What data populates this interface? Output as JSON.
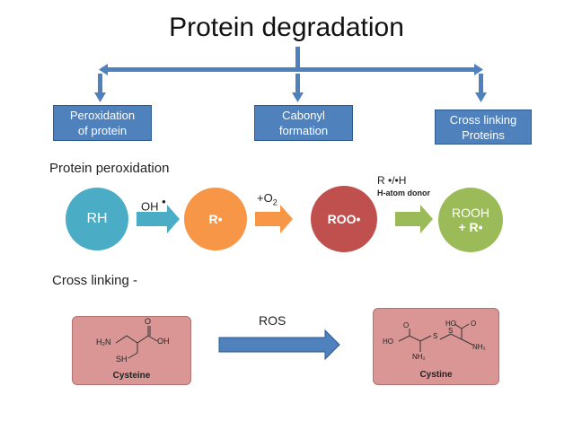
{
  "title": "Protein degradation",
  "boxes": {
    "peroxidation_line1": "Peroxidation",
    "peroxidation_line2": "of protein",
    "carbonyl_line1": "Cabonyl",
    "carbonyl_line2": "formation",
    "crosslink_line1": "Cross  linking",
    "crosslink_line2": "Proteins"
  },
  "peroxidation": {
    "heading": "Protein  peroxidation",
    "rh": "RH",
    "oh_label": "OH",
    "oh_dot": "•",
    "r_radical": "R•",
    "o2_prefix": "+O",
    "o2_sub": "2",
    "roo": "ROO•",
    "donor_formula": "R •/•H",
    "donor_label": "H-atom donor",
    "rooh_line1": "ROOH",
    "rooh_line2": "+ R•"
  },
  "crosslinking": {
    "heading": "Cross linking -",
    "ros": "ROS",
    "cysteine": "Cysteine",
    "cystine": "Cystine",
    "cys_h2n": "H₂N",
    "cys_oh": "OH",
    "cys_sh": "SH",
    "cys_o": "O",
    "cyt_ho_top": "HO",
    "cyt_o_top": "O",
    "cyt_ho_left": "HO",
    "cyt_o_left": "O",
    "cyt_s1": "S",
    "cyt_s2": "S",
    "cyt_nh2_left": "NH₂",
    "cyt_nh2_right": "NH₂"
  },
  "colors": {
    "blue_box": "#4f81bd",
    "rh": "#4bacc6",
    "r_radical": "#f79646",
    "roo": "#c0504d",
    "rooh": "#9bbb59",
    "chem_box": "#d99694"
  }
}
